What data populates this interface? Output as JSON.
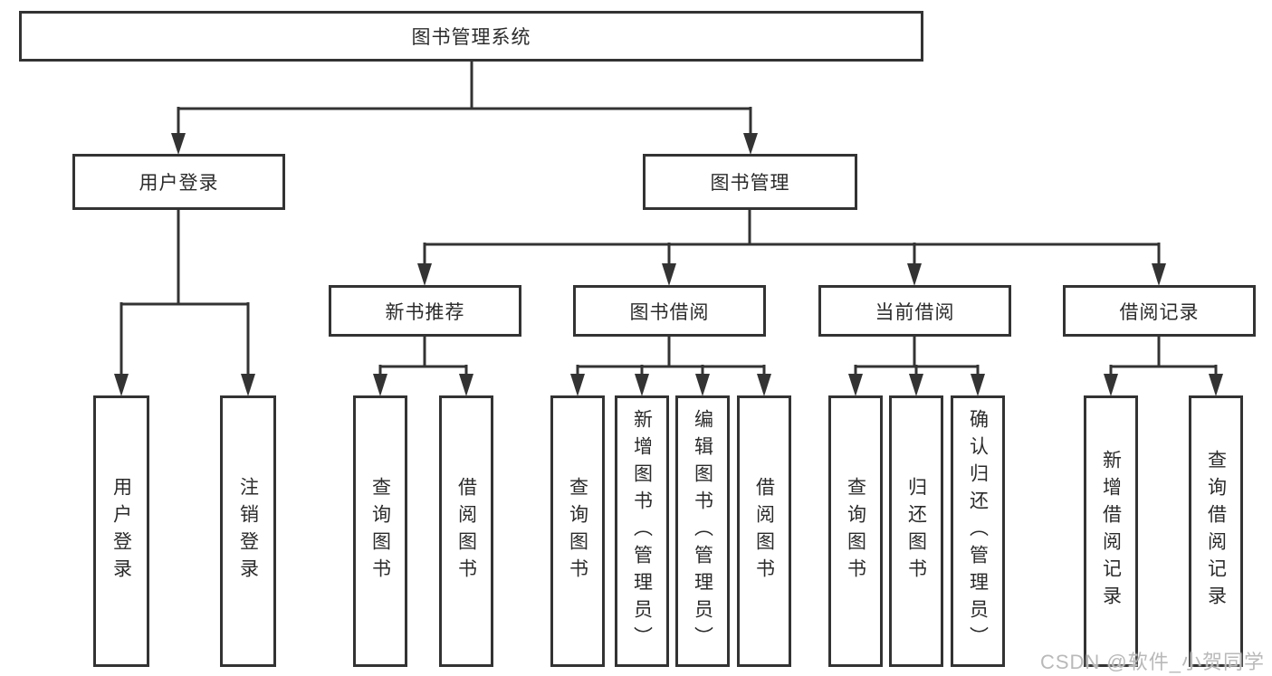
{
  "diagram": {
    "root": "图书管理系统",
    "branches": [
      {
        "label": "用户登录",
        "leaves": [
          "用户登录",
          "注销登录"
        ]
      },
      {
        "label": "图书管理",
        "groups": [
          {
            "label": "新书推荐",
            "leaves": [
              "查询图书",
              "借阅图书"
            ]
          },
          {
            "label": "图书借阅",
            "leaves": [
              "查询图书",
              "新增图书（管理员）",
              "编辑图书（管理员）",
              "借阅图书"
            ]
          },
          {
            "label": "当前借阅",
            "leaves": [
              "查询图书",
              "归还图书",
              "确认归还（管理员）"
            ]
          },
          {
            "label": "借阅记录",
            "leaves": [
              "新增借阅记录",
              "查询借阅记录"
            ]
          }
        ]
      }
    ]
  },
  "watermark": "CSDN @软件_小贺同学",
  "colors": {
    "line": "#333333",
    "text": "#2b2b2b",
    "watermark": "#b9b9b9",
    "background": "#ffffff"
  }
}
